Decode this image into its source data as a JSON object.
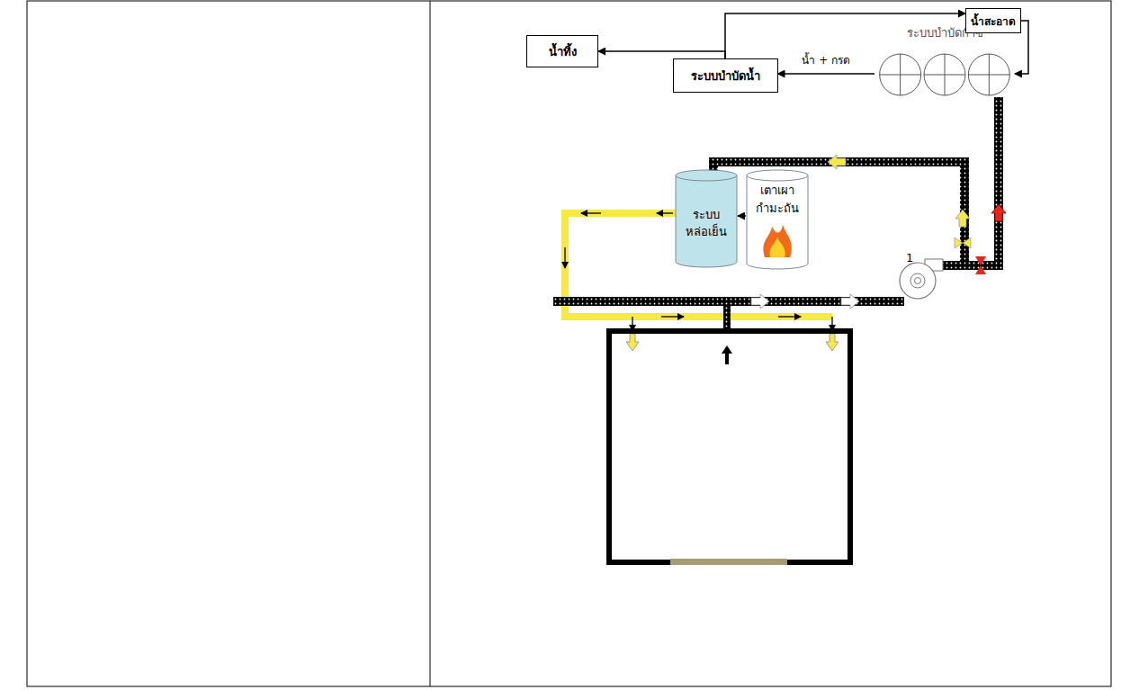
{
  "diagram": {
    "nodes": [
      {
        "text": [
          "น้ำทิ้ง"
        ]
      },
      {
        "text": [
          "ระบบบำบัดน้ำ"
        ]
      },
      {
        "text": [
          "ระบบบำบัดก๊าซ"
        ]
      },
      {
        "text": [
          "น้ำสะอาด"
        ]
      },
      {
        "text": [
          "ระบบ หล่อเย็น"
        ]
      },
      {
        "text": [
          "เตาเผา กำมะถัน"
        ]
      }
    ],
    "edges": [
      {
        "from": 1,
        "to": 0,
        "arrow": "to"
      },
      {
        "from": 1,
        "to": 3,
        "arrow": "to"
      },
      {
        "from": 2,
        "to": 1,
        "label": "น้ำ + กรด",
        "arrow": "to"
      },
      {
        "from": 3,
        "to": 2,
        "arrow": "to"
      },
      {
        "from": 5,
        "to": 4,
        "arrow": "to"
      }
    ],
    "labels": [
      "1"
    ]
  }
}
